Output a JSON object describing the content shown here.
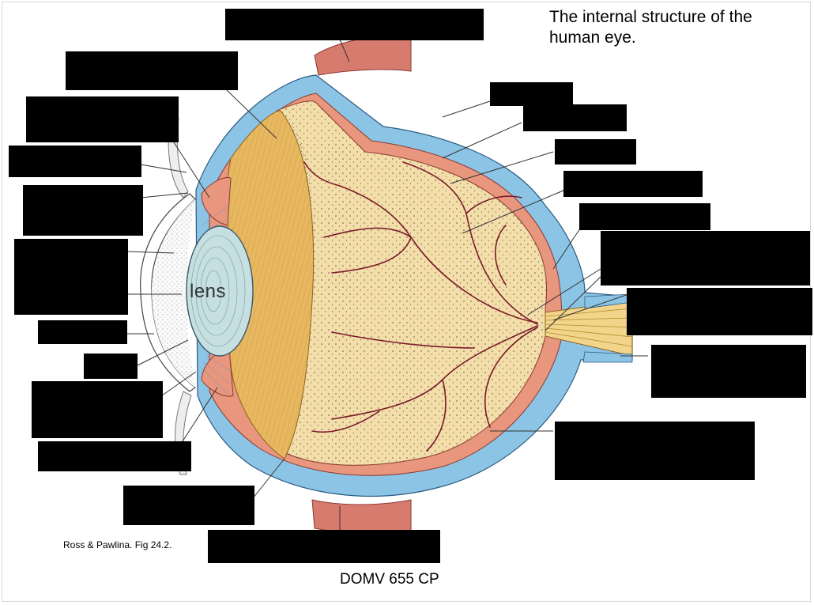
{
  "title": "The internal structure of the human eye.",
  "lens_label": "lens",
  "credit": "Ross & Pawlina. Fig 24.2.",
  "course_code": "DOMV 655 CP",
  "colors": {
    "sclera": "#8cc4e6",
    "choroid": "#e9967f",
    "retina_fill": "#f3deaa",
    "vitreous_dots": "#6b5a3a",
    "vessels": "#7a1a2a",
    "ciliary": "#e8b860",
    "lens": "#c6dfe0",
    "muscle": "#d77b6e",
    "optic_nerve": "#f2d58a",
    "redaction": "#000000"
  }
}
